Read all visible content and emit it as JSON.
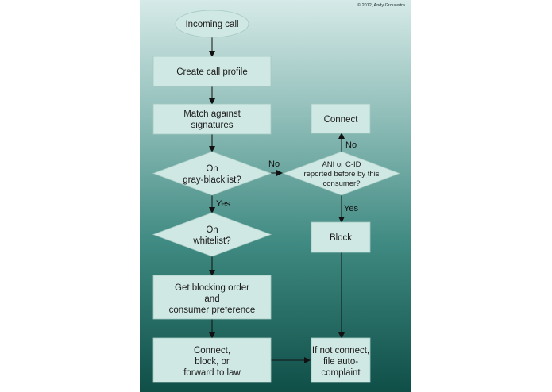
{
  "copyright": "© 2012, Andy Grouwstra",
  "nodes": {
    "incoming_call": [
      "Incoming call"
    ],
    "create_profile": [
      "Create call profile"
    ],
    "match_signatures": [
      "Match against",
      "signatures"
    ],
    "on_graylist": [
      "On",
      "gray-blacklist?"
    ],
    "on_whitelist": [
      "On",
      "whitelist?"
    ],
    "get_blocking_order": [
      "Get blocking order",
      "and",
      "consumer preference"
    ],
    "connect_block_forward": [
      "Connect,",
      "block, or",
      "forward to law"
    ],
    "connect": [
      "Connect"
    ],
    "ani_reported": [
      "ANI or C-ID",
      "reported before by this",
      "consumer?"
    ],
    "block": [
      "Block"
    ],
    "file_complaint": [
      "If not connect,",
      "file auto-",
      "complaint"
    ]
  },
  "edges": {
    "no_graylist": "No",
    "yes_graylist": "Yes",
    "no_ani": "No",
    "yes_ani": "Yes"
  }
}
